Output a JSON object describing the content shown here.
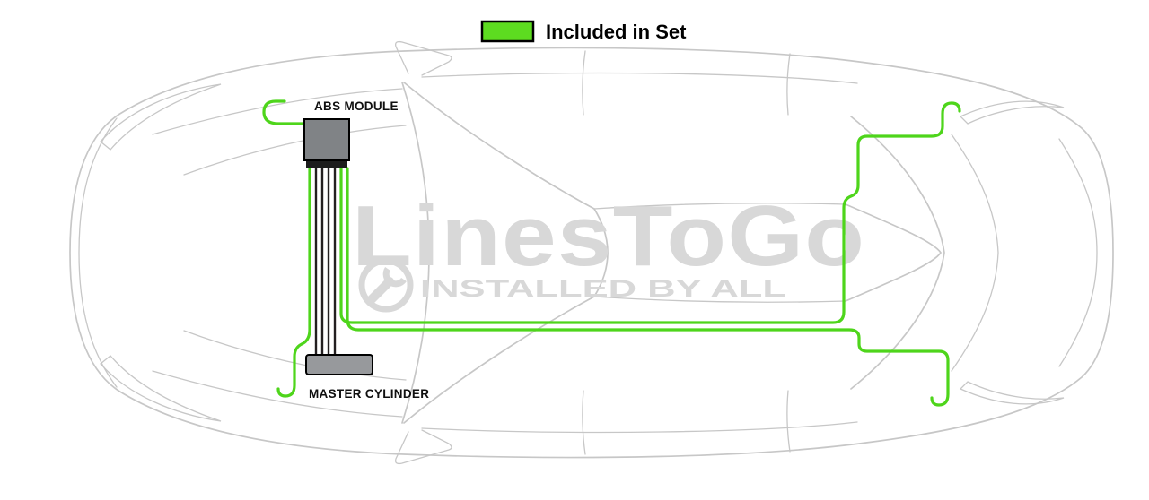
{
  "legend": {
    "label": "Included in Set"
  },
  "labels": {
    "abs_module": "ABS MODULE",
    "master_cylinder": "MASTER CYLINDER"
  },
  "watermark": {
    "brand": "LinesToGo",
    "tagline": "INSTALLED BY ALL"
  },
  "colors": {
    "green": "#4ed51b",
    "legend_green": "#5ddc20",
    "line_dark": "#231f20",
    "abs_fill": "#808386",
    "mc_fill": "#97999c",
    "car_outline": "#c7c7c7",
    "watermark_gray": "#d8d8d8"
  }
}
